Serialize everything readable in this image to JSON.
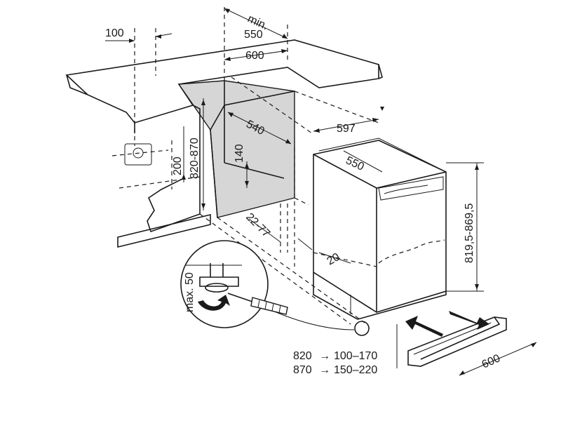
{
  "dimensions": {
    "min_label": "min.",
    "depth_min": "550",
    "niche_width": "600",
    "offset_100": "100",
    "niche_depth": "540",
    "vent_height": "140",
    "socket_height": "200",
    "niche_height": "820-870",
    "plinth_range": "22-77",
    "door_gap": "20",
    "appliance_width": "597",
    "appliance_depth": "550",
    "appliance_height": "819,5-869,5",
    "max_adjust": "max. 50",
    "plinth_depth": "600"
  },
  "plinth_table": [
    {
      "height": "820",
      "range": "100–170"
    },
    {
      "height": "870",
      "range": "150–220"
    }
  ],
  "colors": {
    "line": "#1a1a1a",
    "shade": "#d6d6d6",
    "background": "#ffffff"
  },
  "icons": [
    "screwdriver-icon",
    "rotate-arrow-icon",
    "push-arrow-icon",
    "pull-arrow-icon"
  ]
}
